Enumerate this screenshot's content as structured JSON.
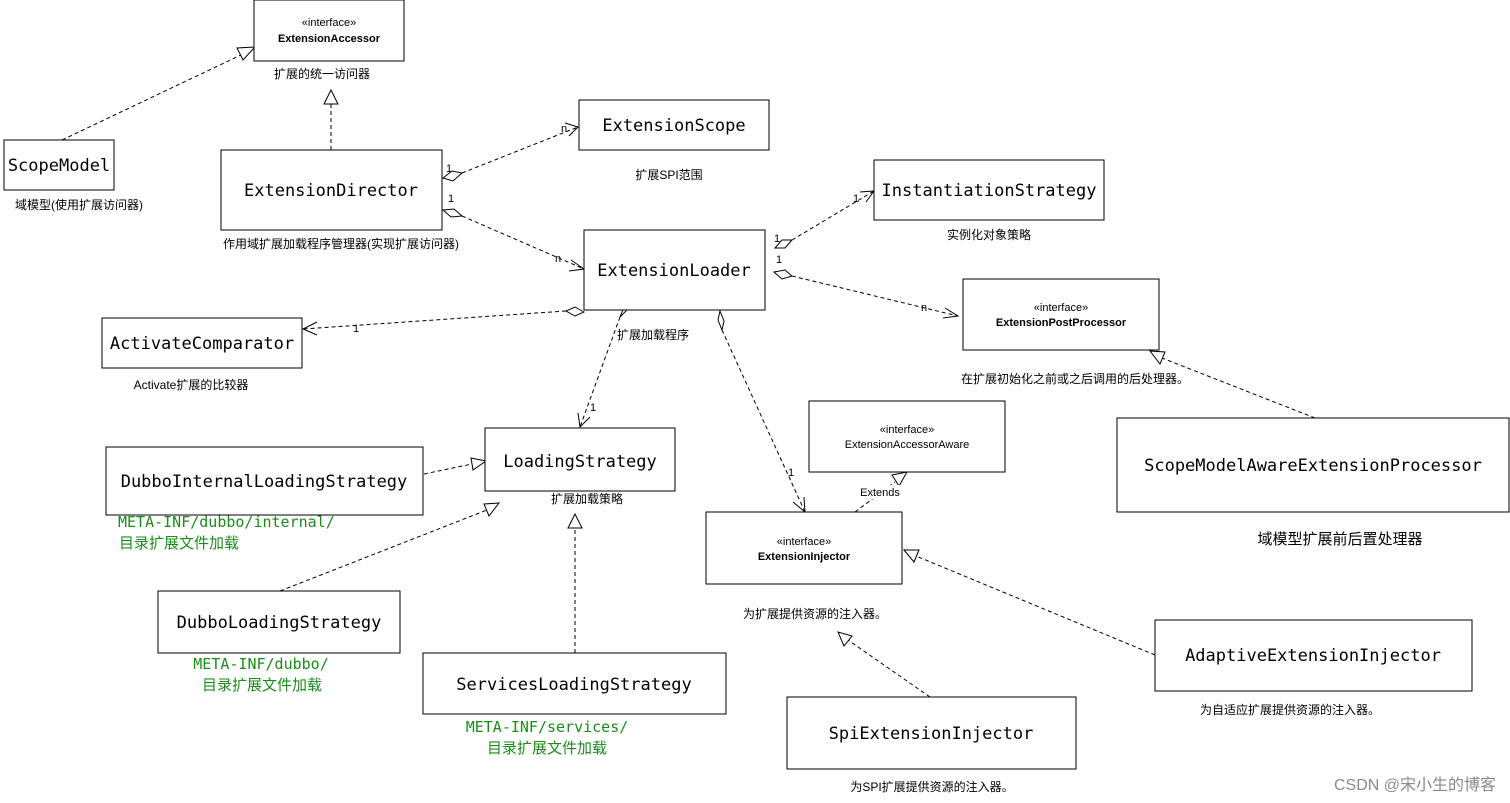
{
  "colors": {
    "green_note": "#1e8a1e",
    "line": "#000000",
    "box_fill": "#ffffff"
  },
  "classes": {
    "extension_accessor": {
      "stereotype": "«interface»",
      "name": "ExtensionAccessor",
      "note": "扩展的统一访问器"
    },
    "scope_model": {
      "name": "ScopeModel",
      "note": "域模型(使用扩展访问器)"
    },
    "extension_director": {
      "name": "ExtensionDirector",
      "note": "作用域扩展加载程序管理器(实现扩展访问器)"
    },
    "extension_scope": {
      "name": "ExtensionScope",
      "note": "扩展SPI范围"
    },
    "instantiation_strategy": {
      "name": "InstantiationStrategy",
      "note": "实例化对象策略"
    },
    "extension_loader": {
      "name": "ExtensionLoader",
      "note": "扩展加载程序"
    },
    "extension_post_processor": {
      "stereotype": "«interface»",
      "name": "ExtensionPostProcessor",
      "note": "在扩展初始化之前或之后调用的后处理器。"
    },
    "activate_comparator": {
      "name": "ActivateComparator",
      "note": "Activate扩展的比较器"
    },
    "loading_strategy": {
      "name": "LoadingStrategy",
      "note": "扩展加载策略"
    },
    "dubbo_internal_loading_strategy": {
      "name": "DubboInternalLoadingStrategy",
      "note_line1": "META-INF/dubbo/internal/",
      "note_line2": "目录扩展文件加载"
    },
    "dubbo_loading_strategy": {
      "name": "DubboLoadingStrategy",
      "note_line1": "META-INF/dubbo/",
      "note_line2": "目录扩展文件加载"
    },
    "services_loading_strategy": {
      "name": "ServicesLoadingStrategy",
      "note_line1": "META-INF/services/",
      "note_line2": "目录扩展文件加载"
    },
    "extension_accessor_aware": {
      "stereotype": "«interface»",
      "name": "ExtensionAccessorAware"
    },
    "extension_injector": {
      "stereotype": "«interface»",
      "name": "ExtensionInjector",
      "note": "为扩展提供资源的注入器。"
    },
    "scope_model_aware_extension_processor": {
      "name": "ScopeModelAwareExtensionProcessor",
      "note": "域模型扩展前后置处理器"
    },
    "adaptive_extension_injector": {
      "name": "AdaptiveExtensionInjector",
      "note": "为自适应扩展提供资源的注入器。"
    },
    "spi_extension_injector": {
      "name": "SpiExtensionInjector",
      "note": "为SPI扩展提供资源的注入器。"
    }
  },
  "edge_labels": {
    "director_scope_src": "1",
    "director_scope_dst": "n",
    "director_loader_src": "1",
    "director_loader_dst": "n",
    "loader_inst_src": "1",
    "loader_inst_dst": "1",
    "loader_post_src": "1",
    "loader_post_dst": "n",
    "loader_comparator_src": "1",
    "loader_comparator_dst": "1",
    "loader_strategy_src": "1",
    "loader_strategy_dst": "1",
    "loader_injector_src": "1",
    "loader_injector_dst": "1",
    "extends_label": "Extends"
  },
  "watermark": "CSDN @宋小生的博客"
}
